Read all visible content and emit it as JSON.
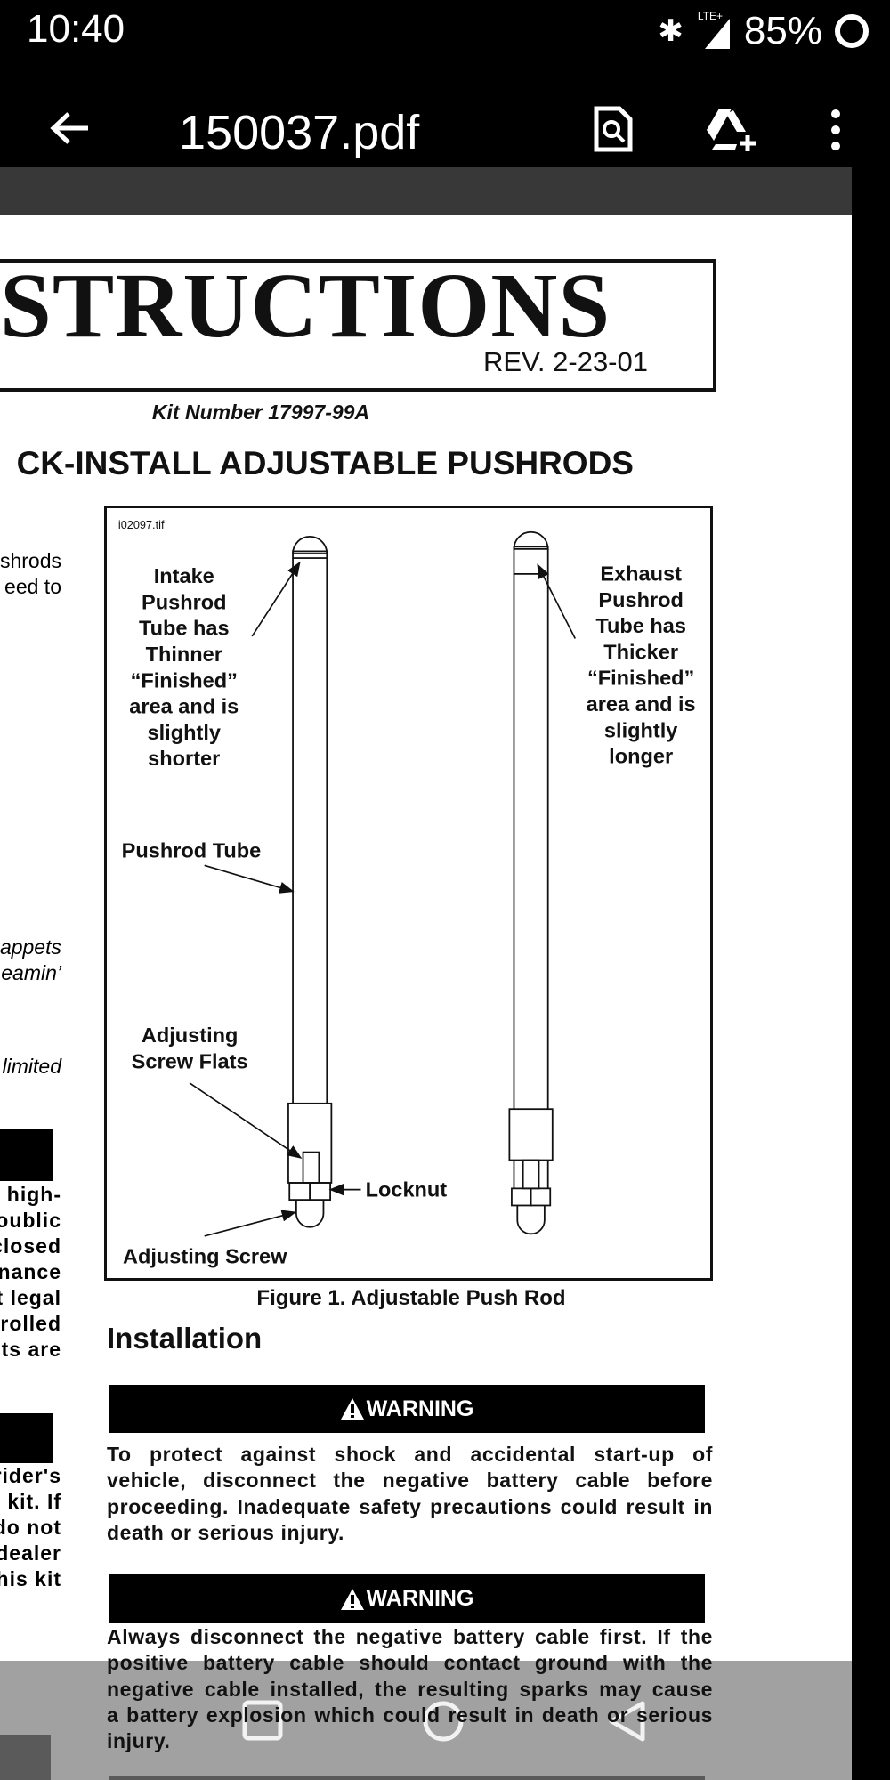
{
  "status_bar": {
    "time": "10:40",
    "network": "LTE+",
    "battery": "85%"
  },
  "toolbar": {
    "title": "150037.pdf",
    "icons": [
      "back-arrow-icon",
      "find-in-document-icon",
      "add-to-drive-icon",
      "more-vert-icon"
    ]
  },
  "document": {
    "title_fragment": "STRUCTIONS",
    "revision": "REV. 2-23-01",
    "kit_number": "Kit Number 17997-99A",
    "heading_fragment": "CK-INSTALL ADJUSTABLE PUSHRODS",
    "left_column_fragments": {
      "group1": [
        "shrods",
        "eed to"
      ],
      "group2": [
        "appets",
        "eamin’"
      ],
      "group3": [
        "limited"
      ],
      "group4": [
        "high-",
        "oublic",
        "closed",
        "nance",
        "t legal",
        "rolled",
        "ts are"
      ],
      "group5": [
        "rider's",
        "kit. If",
        "do not",
        "dealer",
        "his kit"
      ]
    },
    "figure": {
      "file_label": "i02097.tif",
      "intake_label": [
        "Intake",
        "Pushrod",
        "Tube has",
        "Thinner",
        "“Finished”",
        "area and is",
        "slightly",
        "shorter"
      ],
      "exhaust_label": [
        "Exhaust",
        "Pushrod",
        "Tube has",
        "Thicker",
        "“Finished”",
        "area and is",
        "slightly",
        "longer"
      ],
      "pushrod_tube": "Pushrod Tube",
      "adjusting_screw_flats": [
        "Adjusting",
        "Screw Flats"
      ],
      "locknut": "Locknut",
      "adjusting_screw": "Adjusting Screw",
      "caption": "Figure 1. Adjustable Push Rod"
    },
    "section_title": "Installation",
    "warnings": [
      {
        "label": "WARNING",
        "lines": [
          "To protect against shock and accidental start-up of",
          "vehicle, disconnect the negative battery cable before",
          "proceeding. Inadequate safety precautions could result in",
          "death or serious injury."
        ]
      },
      {
        "label": "WARNING",
        "lines": [
          "Always disconnect the negative battery cable first. If the",
          "positive battery cable should contact ground with the",
          "negative cable installed, the resulting sparks may cause",
          "a battery explosion which could result in death or serious",
          "injury."
        ]
      }
    ]
  },
  "nav_bar": {
    "icons": [
      "recents-icon",
      "home-icon",
      "back-icon"
    ]
  }
}
